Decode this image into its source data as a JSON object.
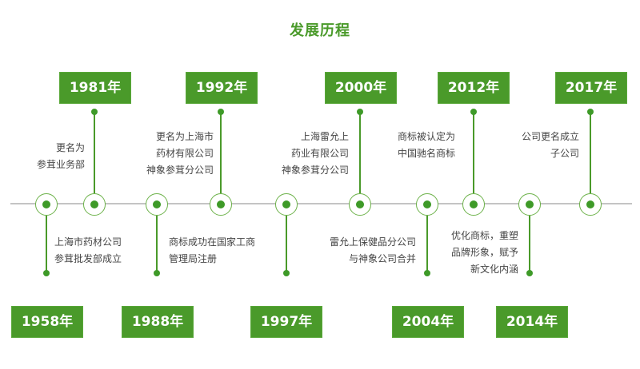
{
  "title": "发展历程",
  "colors": {
    "accent": "#4a9a2a",
    "axis": "#c4c4c4",
    "text": "#444444"
  },
  "events": [
    {
      "year": "1958年",
      "position": "bottom",
      "desc": "上海市药材公司\n参茸批发部成立"
    },
    {
      "year": "1981年",
      "position": "top",
      "desc": "更名为\n参茸业务部"
    },
    {
      "year": "1988年",
      "position": "bottom",
      "desc": "商标成功在国家工商\n管理局注册"
    },
    {
      "year": "1992年",
      "position": "top",
      "desc": "更名为上海市\n药材有限公司\n神象参茸分公司"
    },
    {
      "year": "1997年",
      "position": "bottom",
      "desc": ""
    },
    {
      "year": "2000年",
      "position": "top",
      "desc": "上海雷允上\n药业有限公司\n神象参茸分公司"
    },
    {
      "year": "2004年",
      "position": "bottom",
      "desc": "雷允上保健品分公司\n与神象公司合并"
    },
    {
      "year": "2012年",
      "position": "top",
      "desc": "商标被认定为\n中国驰名商标"
    },
    {
      "year": "2014年",
      "position": "bottom",
      "desc": "优化商标，重塑\n品牌形象，赋予\n新文化内涵"
    },
    {
      "year": "2017年",
      "position": "top",
      "desc": "公司更名成立\n子公司"
    }
  ]
}
